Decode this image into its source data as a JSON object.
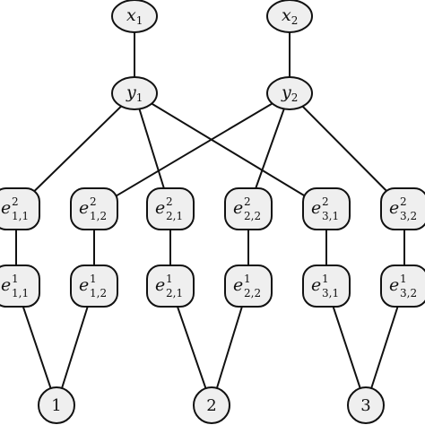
{
  "colors": {
    "node_fill": "#efefef",
    "stroke": "#111111",
    "background": "#ffffff"
  },
  "nodes": [
    {
      "id": "x1",
      "shape": "ellipse",
      "base": "x",
      "sub": "1",
      "sup": ""
    },
    {
      "id": "x2",
      "shape": "ellipse",
      "base": "x",
      "sub": "2",
      "sup": ""
    },
    {
      "id": "y1",
      "shape": "ellipse",
      "base": "y",
      "sub": "1",
      "sup": ""
    },
    {
      "id": "y2",
      "shape": "ellipse",
      "base": "y",
      "sub": "2",
      "sup": ""
    },
    {
      "id": "e2_11",
      "shape": "rounded",
      "base": "e",
      "sub": "1,1",
      "sup": "2"
    },
    {
      "id": "e2_12",
      "shape": "rounded",
      "base": "e",
      "sub": "1,2",
      "sup": "2"
    },
    {
      "id": "e2_21",
      "shape": "rounded",
      "base": "e",
      "sub": "2,1",
      "sup": "2"
    },
    {
      "id": "e2_22",
      "shape": "rounded",
      "base": "e",
      "sub": "2,2",
      "sup": "2"
    },
    {
      "id": "e2_31",
      "shape": "rounded",
      "base": "e",
      "sub": "3,1",
      "sup": "2"
    },
    {
      "id": "e2_32",
      "shape": "rounded",
      "base": "e",
      "sub": "3,2",
      "sup": "2"
    },
    {
      "id": "e1_11",
      "shape": "rounded",
      "base": "e",
      "sub": "1,1",
      "sup": "1"
    },
    {
      "id": "e1_12",
      "shape": "rounded",
      "base": "e",
      "sub": "1,2",
      "sup": "1"
    },
    {
      "id": "e1_21",
      "shape": "rounded",
      "base": "e",
      "sub": "2,1",
      "sup": "1"
    },
    {
      "id": "e1_22",
      "shape": "rounded",
      "base": "e",
      "sub": "2,2",
      "sup": "1"
    },
    {
      "id": "e1_31",
      "shape": "rounded",
      "base": "e",
      "sub": "3,1",
      "sup": "1"
    },
    {
      "id": "e1_32",
      "shape": "rounded",
      "base": "e",
      "sub": "3,2",
      "sup": "1"
    },
    {
      "id": "n1",
      "shape": "circle",
      "base": "1",
      "sub": "",
      "sup": ""
    },
    {
      "id": "n2",
      "shape": "circle",
      "base": "2",
      "sub": "",
      "sup": ""
    },
    {
      "id": "n3",
      "shape": "circle",
      "base": "3",
      "sub": "",
      "sup": ""
    }
  ],
  "edges": [
    [
      "x1",
      "y1"
    ],
    [
      "x2",
      "y2"
    ],
    [
      "y1",
      "e2_11"
    ],
    [
      "y1",
      "e2_21"
    ],
    [
      "y1",
      "e2_31"
    ],
    [
      "y2",
      "e2_12"
    ],
    [
      "y2",
      "e2_22"
    ],
    [
      "y2",
      "e2_32"
    ],
    [
      "e2_11",
      "e1_11"
    ],
    [
      "e2_12",
      "e1_12"
    ],
    [
      "e2_21",
      "e1_21"
    ],
    [
      "e2_22",
      "e1_22"
    ],
    [
      "e2_31",
      "e1_31"
    ],
    [
      "e2_32",
      "e1_32"
    ],
    [
      "e1_11",
      "n1"
    ],
    [
      "e1_12",
      "n1"
    ],
    [
      "e1_21",
      "n2"
    ],
    [
      "e1_22",
      "n2"
    ],
    [
      "e1_31",
      "n3"
    ],
    [
      "e1_32",
      "n3"
    ]
  ]
}
